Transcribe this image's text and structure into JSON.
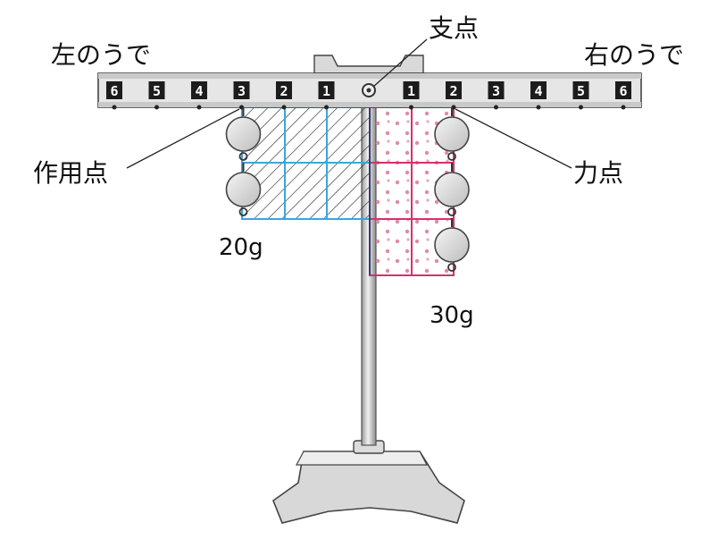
{
  "labels": {
    "left_arm": "左のうで",
    "right_arm": "右のうで",
    "fulcrum": "支点",
    "point_of_action": "作用点",
    "point_of_effort": "力点"
  },
  "masses": {
    "left": "20g",
    "right": "30g"
  },
  "beam": {
    "left_numbers": [
      "6",
      "5",
      "4",
      "3",
      "2",
      "1"
    ],
    "right_numbers": [
      "1",
      "2",
      "3",
      "4",
      "5",
      "6"
    ]
  },
  "diagram": {
    "left_weight_position": 3,
    "left_weight_count": 2,
    "right_weight_position": 2,
    "right_weight_count": 3
  },
  "colors": {
    "left_area": "#3aa6dd",
    "right_area": "#d3326e",
    "beam": "#d9d9d9",
    "stand": "#cfcfcf"
  }
}
